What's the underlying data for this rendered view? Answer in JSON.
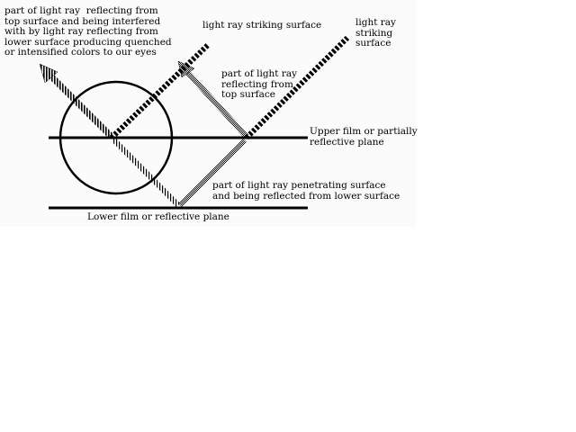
{
  "labels": {
    "reflect_interfered": "part of light ray  reflecting from\ntop surface and being interfered\nwith by light ray reflecting from\nlower surface producing quenched\nor intensified colors to our eyes",
    "ray_striking_1": "light ray striking surface",
    "ray_striking_2": "light ray\nstriking\nsurface",
    "reflect_top": "part of light ray\nreflecting from\ntop surface",
    "upper_plane": "Upper film or partially\nreflective plane",
    "penetrating": "part of light ray penetrating surface\nand being reflected from lower surface",
    "lower_plane": "Lower film or reflective plane"
  },
  "colors": {
    "ink": "#000000",
    "background": "#ffffff"
  }
}
